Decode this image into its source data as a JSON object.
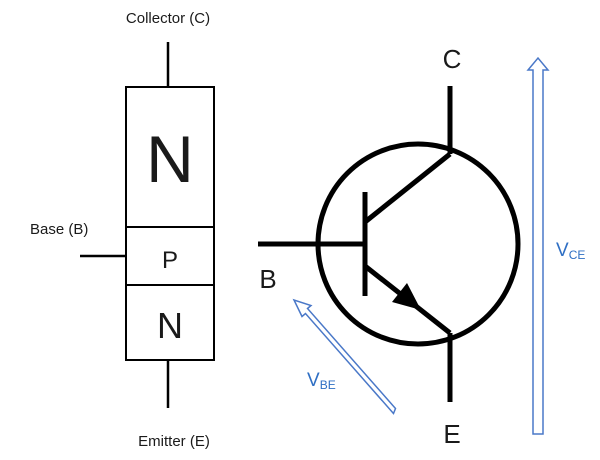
{
  "npn_block": {
    "collector_label": "Collector (C)",
    "base_label": "Base (B)",
    "emitter_label": "Emitter (E)",
    "layers": [
      "N",
      "P",
      "N"
    ]
  },
  "symbol": {
    "collector_terminal": "C",
    "base_terminal": "B",
    "emitter_terminal": "E"
  },
  "voltages": {
    "vce": {
      "main": "V",
      "sub": "CE"
    },
    "vbe": {
      "main": "V",
      "sub": "BE"
    }
  },
  "colors": {
    "line": "#000000",
    "voltage_arrow": "#4a78c8",
    "voltage_text": "#2f6fc4"
  }
}
